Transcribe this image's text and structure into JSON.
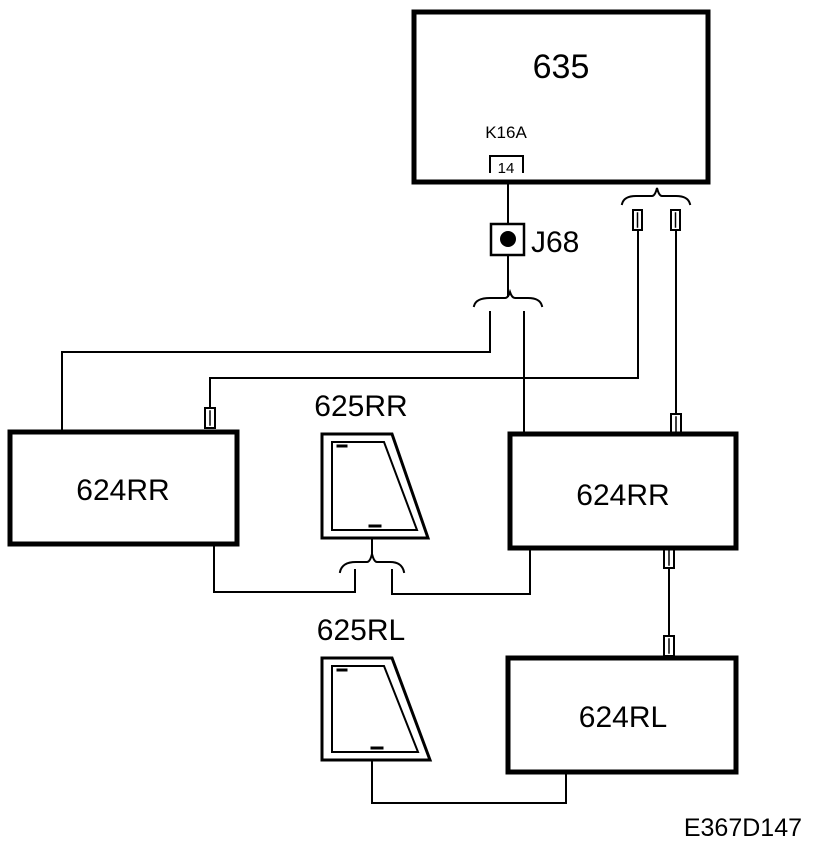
{
  "modules": {
    "top": "635",
    "left_624": "624RR",
    "right_624": "624RR",
    "bottom_624": "624RL"
  },
  "connector": {
    "name": "K16A",
    "pin": "14"
  },
  "junction": "J68",
  "windows": {
    "rr": "625RR",
    "rl": "625RL"
  },
  "figure_code": "E367D147",
  "colors": {
    "line": "#000000",
    "background": "#ffffff"
  }
}
